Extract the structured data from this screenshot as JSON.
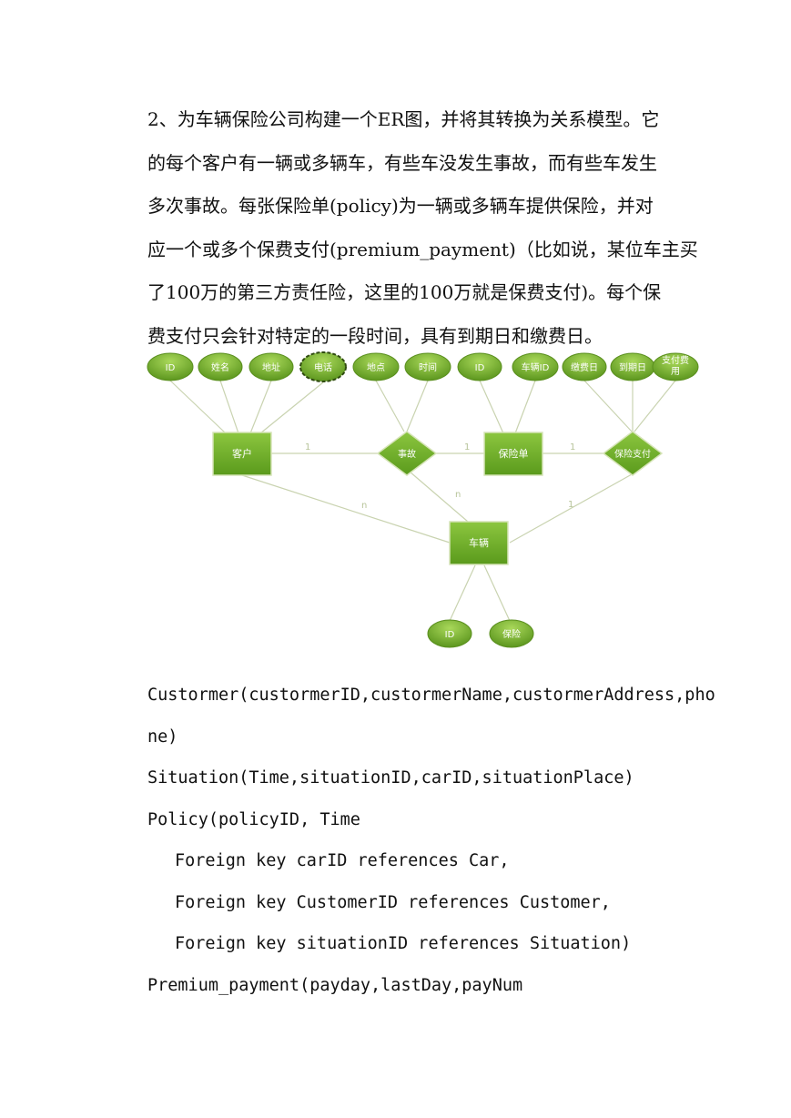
{
  "paragraph": {
    "lines": [
      "2、为车辆保险公司构建一个ER图，并将其转换为关系模型。它",
      "的每个客户有一辆或多辆车，有些车没发生事故，而有些车发生",
      "多次事故。每张保险单(policy)为一辆或多辆车提供保险，并对",
      "应一个或多个保费支付(premium_payment)（比如说，某位车主买",
      "了100万的第三方责任险，这里的100万就是保费支付)。每个保",
      "费支付只会针对特定的一段时间，具有到期日和缴费日。"
    ]
  },
  "er": {
    "colors": {
      "entity": "#6fa82a",
      "attr": "#7cb32e",
      "line": "#c9d3b0",
      "key_border": "#2f4a10"
    },
    "attributes": {
      "c_id": "ID",
      "c_name": "姓名",
      "c_addr": "地址",
      "c_phone": "电话",
      "s_place": "地点",
      "s_time": "时间",
      "p_id": "ID",
      "p_car": "车辆ID",
      "pay_day": "缴费日",
      "pay_due": "到期日",
      "pay_fee_1": "支付费",
      "pay_fee_2": "用",
      "car_id": "ID",
      "car_ins": "保险"
    },
    "entities": {
      "customer": "客户",
      "policy": "保险单",
      "car": "车辆"
    },
    "relationships": {
      "accident": "事故",
      "payment": "保险支付"
    },
    "cardinalities": {
      "cust_acc": "1",
      "acc_pol": "1",
      "pol_pay": "1",
      "cust_car": "n",
      "acc_car": "n",
      "pay_car": "1"
    }
  },
  "schema": {
    "line1": "Custormer(custormerID,custormerName,custormerAddress,pho",
    "line2": "ne)",
    "line3": "Situation(Time,situationID,carID,situationPlace)",
    "line4": "Policy(policyID, Time",
    "line5": "Foreign key carID references Car,",
    "line6": "Foreign key CustomerID references Customer,",
    "line7": "Foreign key situationID references Situation)",
    "line8": "Premium_payment(payday,lastDay,payNum"
  }
}
